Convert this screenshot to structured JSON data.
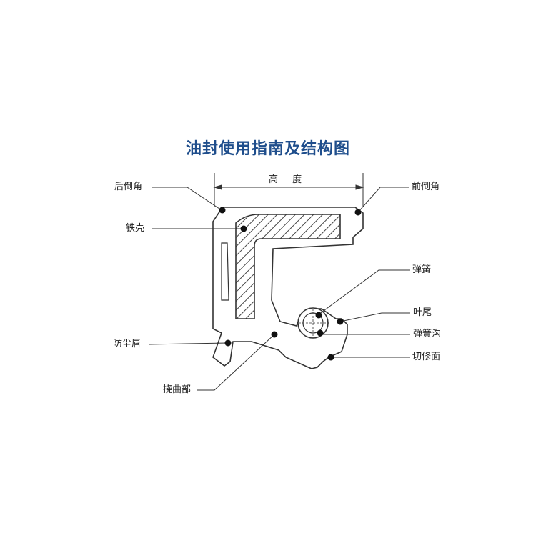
{
  "title": "油封使用指南及结构图",
  "dimension_label": "高 度",
  "labels": {
    "rear_chamfer": "后倒角",
    "front_chamfer": "前倒角",
    "iron_shell": "铁壳",
    "spring": "弹簧",
    "lip_tail": "叶尾",
    "spring_groove": "弹簧沟",
    "dust_lip": "防尘唇",
    "trim_face": "切修面",
    "flex_section": "挠曲部"
  },
  "colors": {
    "title": "#1f4e8c",
    "line": "#333333",
    "dot": "#111111"
  }
}
